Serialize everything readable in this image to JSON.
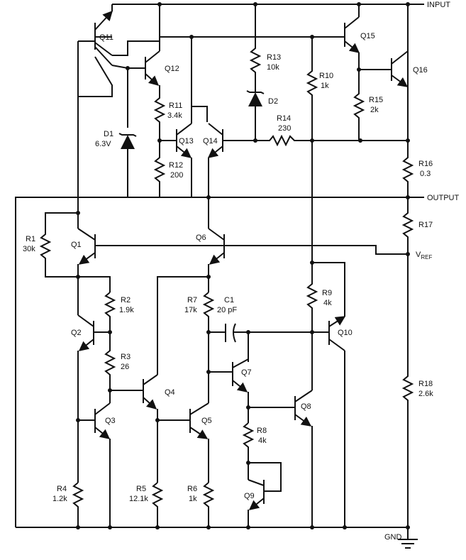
{
  "terminals": {
    "input": "INPUT",
    "output": "OUTPUT",
    "vref": "V",
    "vref_sub": "REF",
    "gnd": "GND"
  },
  "transistors": {
    "q1": "Q1",
    "q2": "Q2",
    "q3": "Q3",
    "q4": "Q4",
    "q5": "Q5",
    "q6": "Q6",
    "q7": "Q7",
    "q8": "Q8",
    "q9": "Q9",
    "q10": "Q10",
    "q11": "Q11",
    "q12": "Q12",
    "q13": "Q13",
    "q14": "Q14",
    "q15": "Q15",
    "q16": "Q16"
  },
  "resistors": {
    "r1": {
      "name": "R1",
      "value": "30k"
    },
    "r2": {
      "name": "R2",
      "value": "1.9k"
    },
    "r3": {
      "name": "R3",
      "value": "26"
    },
    "r4": {
      "name": "R4",
      "value": "1.2k"
    },
    "r5": {
      "name": "R5",
      "value": "12.1k"
    },
    "r6": {
      "name": "R6",
      "value": "1k"
    },
    "r7": {
      "name": "R7",
      "value": "17k"
    },
    "r8": {
      "name": "R8",
      "value": "4k"
    },
    "r9": {
      "name": "R9",
      "value": "4k"
    },
    "r10": {
      "name": "R10",
      "value": "1k"
    },
    "r11": {
      "name": "R11",
      "value": "3.4k"
    },
    "r12": {
      "name": "R12",
      "value": "200"
    },
    "r13": {
      "name": "R13",
      "value": "10k"
    },
    "r14": {
      "name": "R14",
      "value": "230"
    },
    "r15": {
      "name": "R15",
      "value": "2k"
    },
    "r16": {
      "name": "R16",
      "value": "0.3"
    },
    "r17": {
      "name": "R17",
      "value": ""
    },
    "r18": {
      "name": "R18",
      "value": "2.6k"
    }
  },
  "diodes": {
    "d1": {
      "name": "D1",
      "value": "6.3V"
    },
    "d2": {
      "name": "D2",
      "value": ""
    }
  },
  "capacitors": {
    "c1": {
      "name": "C1",
      "value": "20 pF"
    }
  }
}
